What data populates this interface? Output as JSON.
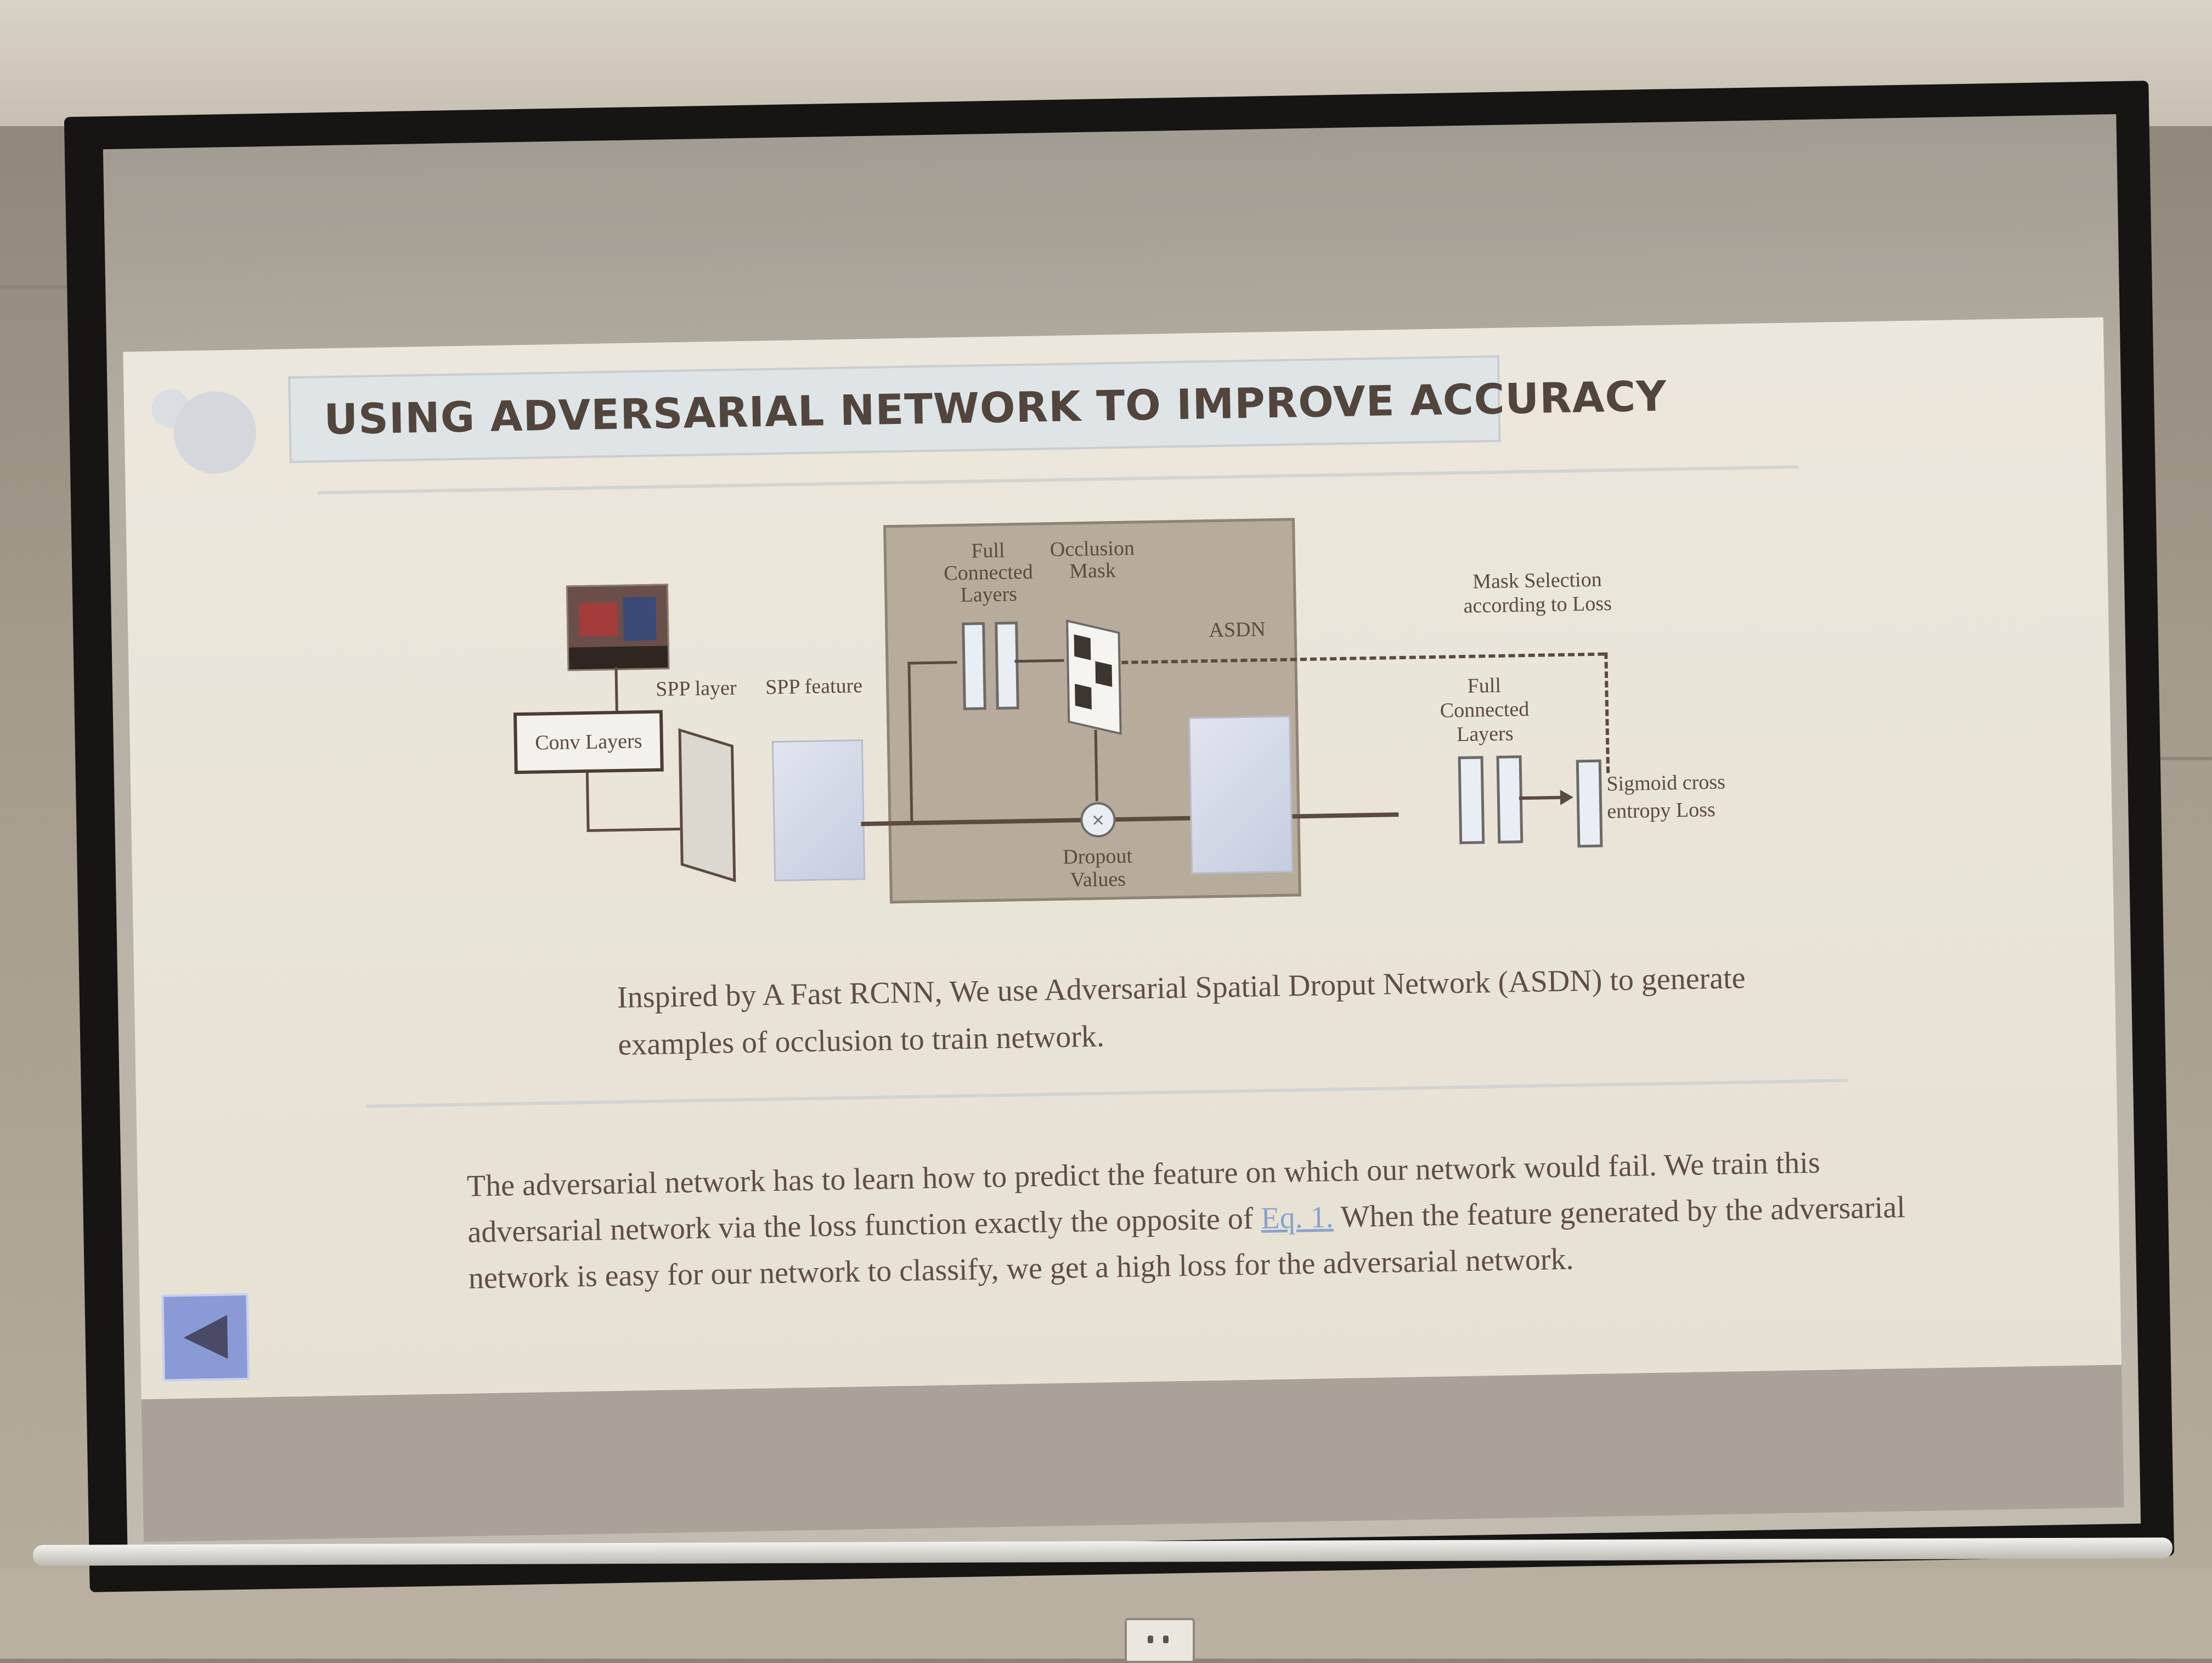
{
  "slide": {
    "title": "USING ADVERSARIAL NETWORK TO IMPROVE ACCURACY",
    "diagram": {
      "conv_layers": "Conv Layers",
      "spp_layer": "SPP layer",
      "spp_feature": "SPP feature",
      "full_connected_1": "Full Connected Layers",
      "occlusion_mask": "Occlusion Mask",
      "asdn": "ASDN",
      "mask_selection": "Mask Selection according to Loss",
      "full_connected_2": "Full Connected Layers",
      "sigmoid_loss": "Sigmoid cross entropy Loss",
      "dropout_values": "Dropout Values",
      "multiply_symbol": "×"
    },
    "caption": "Inspired by A Fast RCNN, We use Adversarial Spatial Droput Network (ASDN) to generate examples of occlusion to train network.",
    "body": {
      "part1": "The adversarial network has to learn how to predict the feature on which our network would fail. We train this adversarial network via the loss function exactly the opposite of ",
      "link": "Eq. 1.",
      "part2": " When the feature generated by the adversarial network is easy for our network to classify, we get a high loss for the adversarial network."
    }
  },
  "colors": {
    "title_box": "#dfe4e6",
    "slide_bg": "#ece7dc",
    "asdn_box": "#b7ab9b",
    "nav_button": "#8a9ad6"
  },
  "icons": {
    "nav_back": "back-triangle-icon",
    "logo": "circle-logo-icon"
  }
}
